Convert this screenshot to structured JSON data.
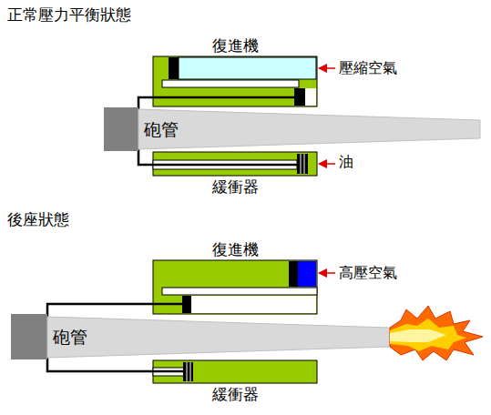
{
  "diagram": {
    "nodes": [
      {
        "text": [
          "復進機"
        ]
      },
      {
        "text": [
          "砲管"
        ]
      },
      {
        "text": [
          "緩衝器"
        ]
      },
      {
        "text": [
          "復進機"
        ]
      },
      {
        "text": [
          "砲管"
        ]
      },
      {
        "text": [
          "緩衝器"
        ]
      }
    ],
    "labels": [
      "正常壓力平衡狀態",
      "壓縮空氣",
      "油",
      "後座狀態",
      "高壓空氣"
    ]
  }
}
